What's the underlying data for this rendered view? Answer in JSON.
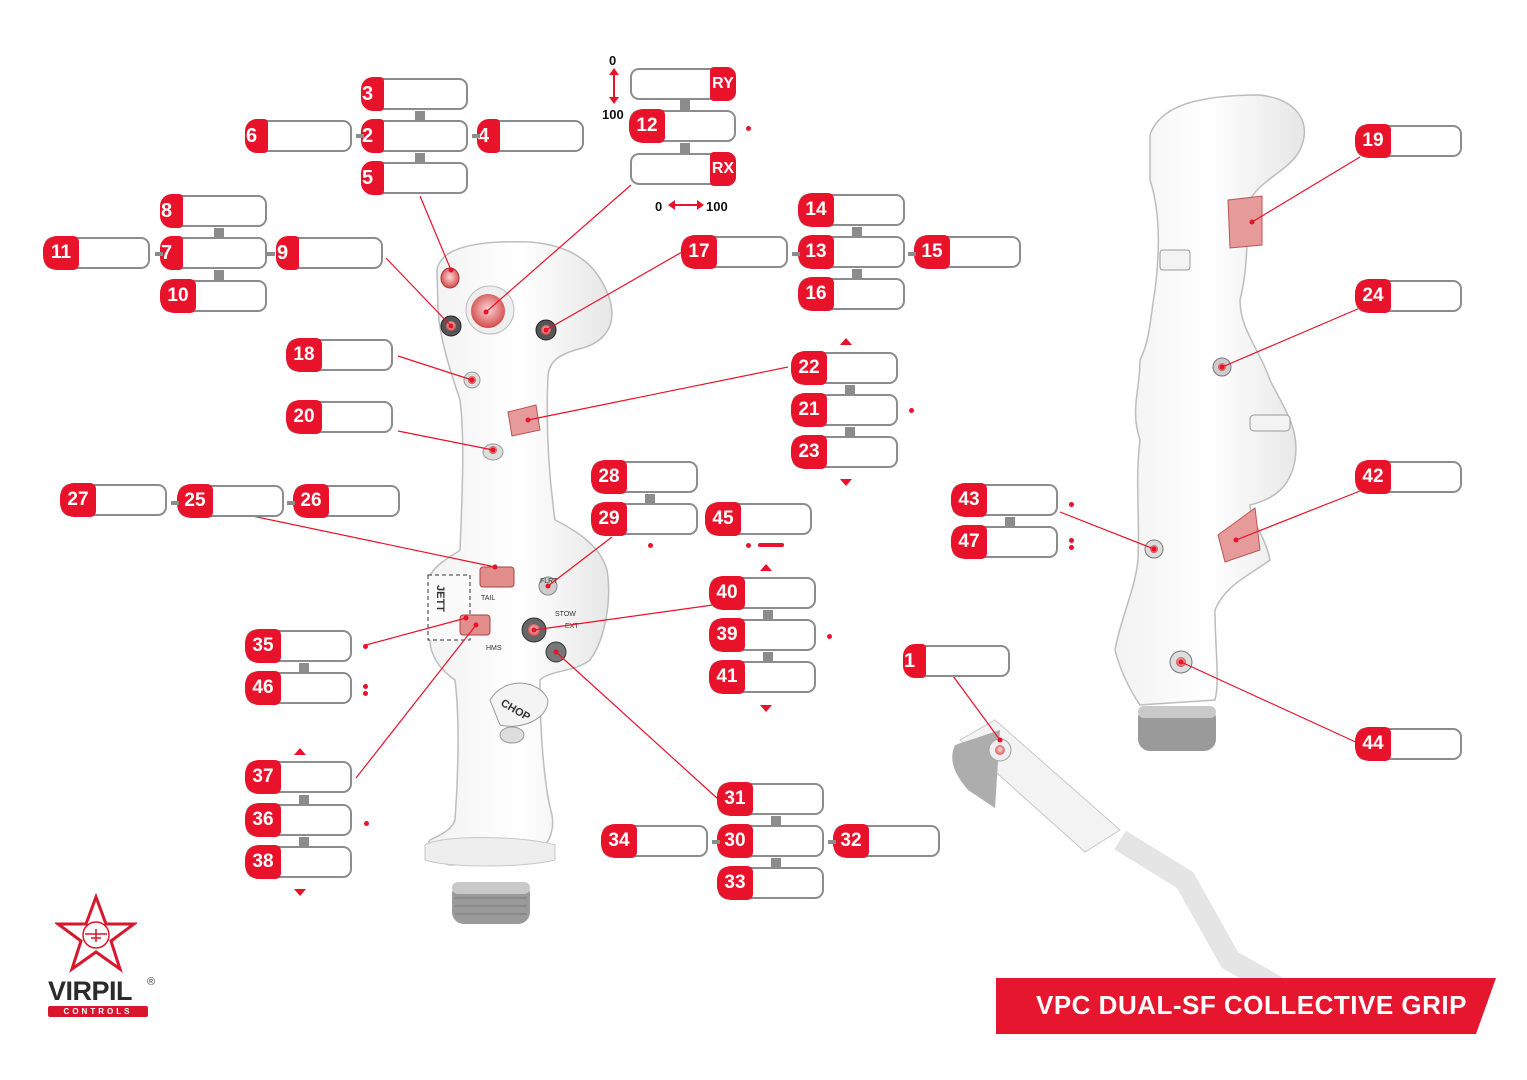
{
  "title": "VPC DUAL-SF COLLECTIVE GRIP",
  "brand": {
    "name": "VIRPIL",
    "registered": "®",
    "sub": "CONTROLS"
  },
  "colors": {
    "accent": "#e8132a",
    "outline": "#8c8c8c",
    "title_bar": "#e5162e"
  },
  "axis_labels": {
    "ry_tag": "RY",
    "rx_tag": "RX",
    "ry_min": "0",
    "ry_max": "100",
    "rx_min": "0",
    "rx_max": "100"
  },
  "panel_labels": {
    "jett": "JETT",
    "chop": "CHOP",
    "flrt": "FLRT",
    "tail": "TAIL",
    "hms": "HMS",
    "stow": "STOW",
    "ext": "EXT"
  },
  "callouts": [
    "1",
    "2",
    "3",
    "4",
    "5",
    "6",
    "7",
    "8",
    "9",
    "10",
    "11",
    "12",
    "13",
    "14",
    "15",
    "16",
    "17",
    "18",
    "19",
    "20",
    "21",
    "22",
    "23",
    "24",
    "25",
    "26",
    "27",
    "28",
    "29",
    "30",
    "31",
    "32",
    "33",
    "34",
    "35",
    "36",
    "37",
    "38",
    "39",
    "40",
    "41",
    "42",
    "43",
    "44",
    "45",
    "46",
    "47"
  ]
}
